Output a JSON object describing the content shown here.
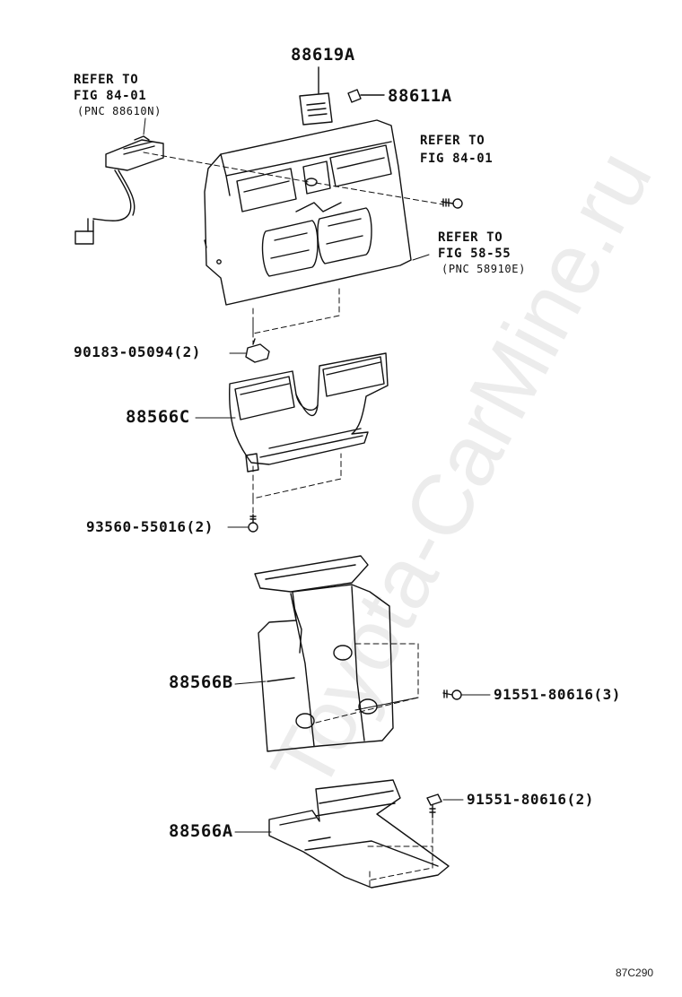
{
  "labels": {
    "p88619A": "88619A",
    "p88611A": "88611A",
    "ref1": {
      "line1": "REFER TO",
      "line2": "FIG 84-01",
      "line3": "(PNC 88610N)"
    },
    "ref2": {
      "line1": "REFER TO",
      "line2": "FIG 84-01"
    },
    "ref3": {
      "line1": "REFER TO",
      "line2": "FIG 58-55",
      "line3": "(PNC 58910E)"
    },
    "p90183": "90183-05094(2)",
    "p88566C": "88566C",
    "p93560": "93560-55016(2)",
    "p88566B": "88566B",
    "p91551_3": "91551-80616(3)",
    "p91551_2": "91551-80616(2)",
    "p88566A": "88566A"
  },
  "watermark": "Toyota-CarMine.ru",
  "figure_code": "87C290"
}
